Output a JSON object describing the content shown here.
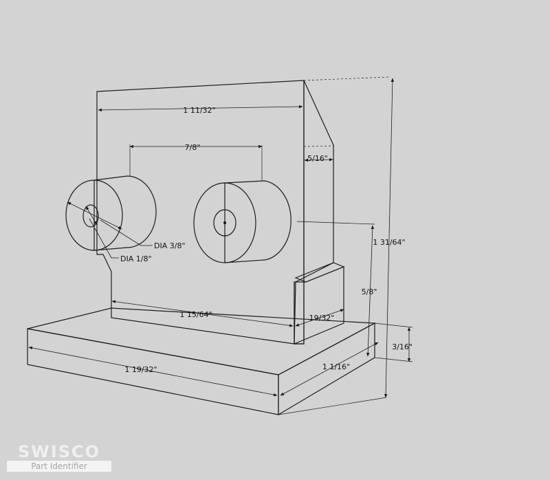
{
  "diagram": {
    "dimensions": {
      "top_width": "1 11/32\"",
      "hole_spacing": "7/8\"",
      "chamfer": "5/16\"",
      "total_height": "1 31/64\"",
      "hole_height": "5/8\"",
      "dia_large": "DIA 3/8\"",
      "dia_small": "DIA 1/8\"",
      "body_width": "1 15/64\"",
      "step_depth": "19/32\"",
      "base_thickness": "3/16\"",
      "base_width": "1 19/32\"",
      "base_depth": "1 1/16\""
    }
  },
  "watermark": {
    "brand": "SWISCO",
    "tagline": "Part Identifier"
  },
  "colors": {
    "background": "#d3d3d3",
    "face": "#ffffff",
    "side": "#e6e6e6",
    "base_top": "#6b6b6b"
  }
}
